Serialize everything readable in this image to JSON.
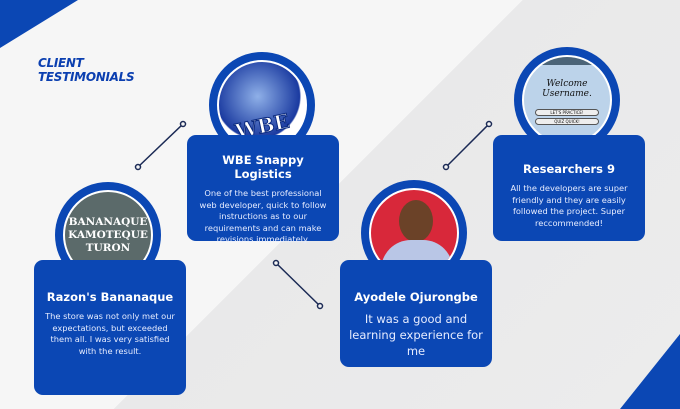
{
  "title": [
    "CLIENT",
    "TESTIMONIALS"
  ],
  "testimonials": [
    {
      "name": "Razon's Bananaque",
      "text": "The store was not only met our expectations, but exceeded them all. I was very satisfied with the result.",
      "image_text": [
        "BANANAQUE",
        "KAMOTEQUE",
        "TURON"
      ]
    },
    {
      "name": "WBE Snappy Logistics",
      "text": "One of the best professional web developer, quick to follow instructions as to our requirements and can make revisions immediately.",
      "image_text": "WBE"
    },
    {
      "name": "Ayodele Ojurongbe",
      "text": "It was a good and learning experience for me"
    },
    {
      "name": "Researchers 9",
      "text": "All the developers are super friendly and they are easily followed the project. Super reccommended!",
      "image_text": [
        "Welcome Username.",
        "LET'S PRACTICE!",
        "QUIZ QUICK!"
      ]
    }
  ],
  "colors": {
    "brand": "#0b47b4"
  }
}
